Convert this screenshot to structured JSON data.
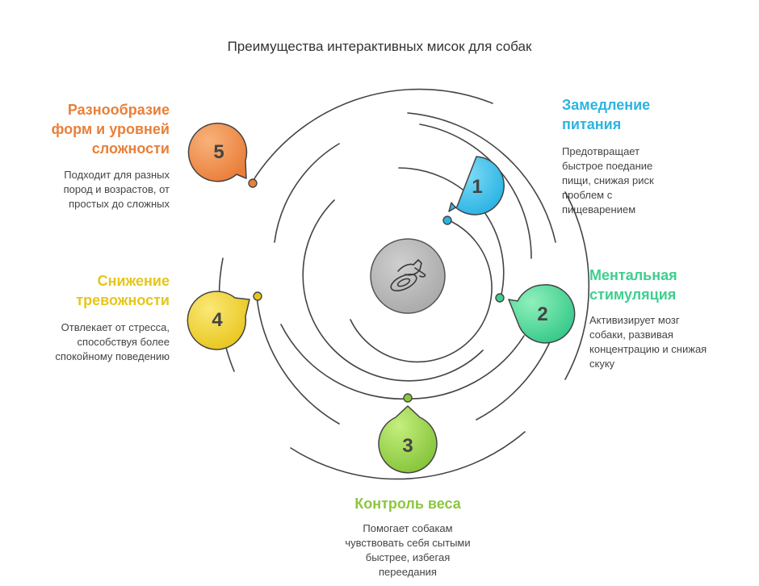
{
  "title": "Преимущества интерактивных мисок для собак",
  "center_icon": "dog-bowl-icon",
  "items": [
    {
      "number": "1",
      "title": "Замедление\nпитания",
      "description": "Предотвращает\nбыстрое поедание\nпищи, снижая риск\nпроблем с\nпищеварением",
      "color": "#2bb5e0"
    },
    {
      "number": "2",
      "title": "Ментальная\nстимуляция",
      "description": "Активизирует мозг\nсобаки, развивая\nконцентрацию и снижая\nскуку",
      "color": "#3ecf8e"
    },
    {
      "number": "3",
      "title": "Контроль веса",
      "description": "Помогает собакам\nчувствовать себя сытыми\nбыстрее, избегая\nпереедания",
      "color": "#8cc63f"
    },
    {
      "number": "4",
      "title": "Снижение\nтревожности",
      "description": "Отвлекает от стресса,\nспособствуя более\nспокойному поведению",
      "color": "#e6c619"
    },
    {
      "number": "5",
      "title": "Разнообразие\nформ и уровней\nсложности",
      "description": "Подходит для разных\nпород и возрастов, от\nпростых до сложных",
      "color": "#e8803a"
    }
  ]
}
